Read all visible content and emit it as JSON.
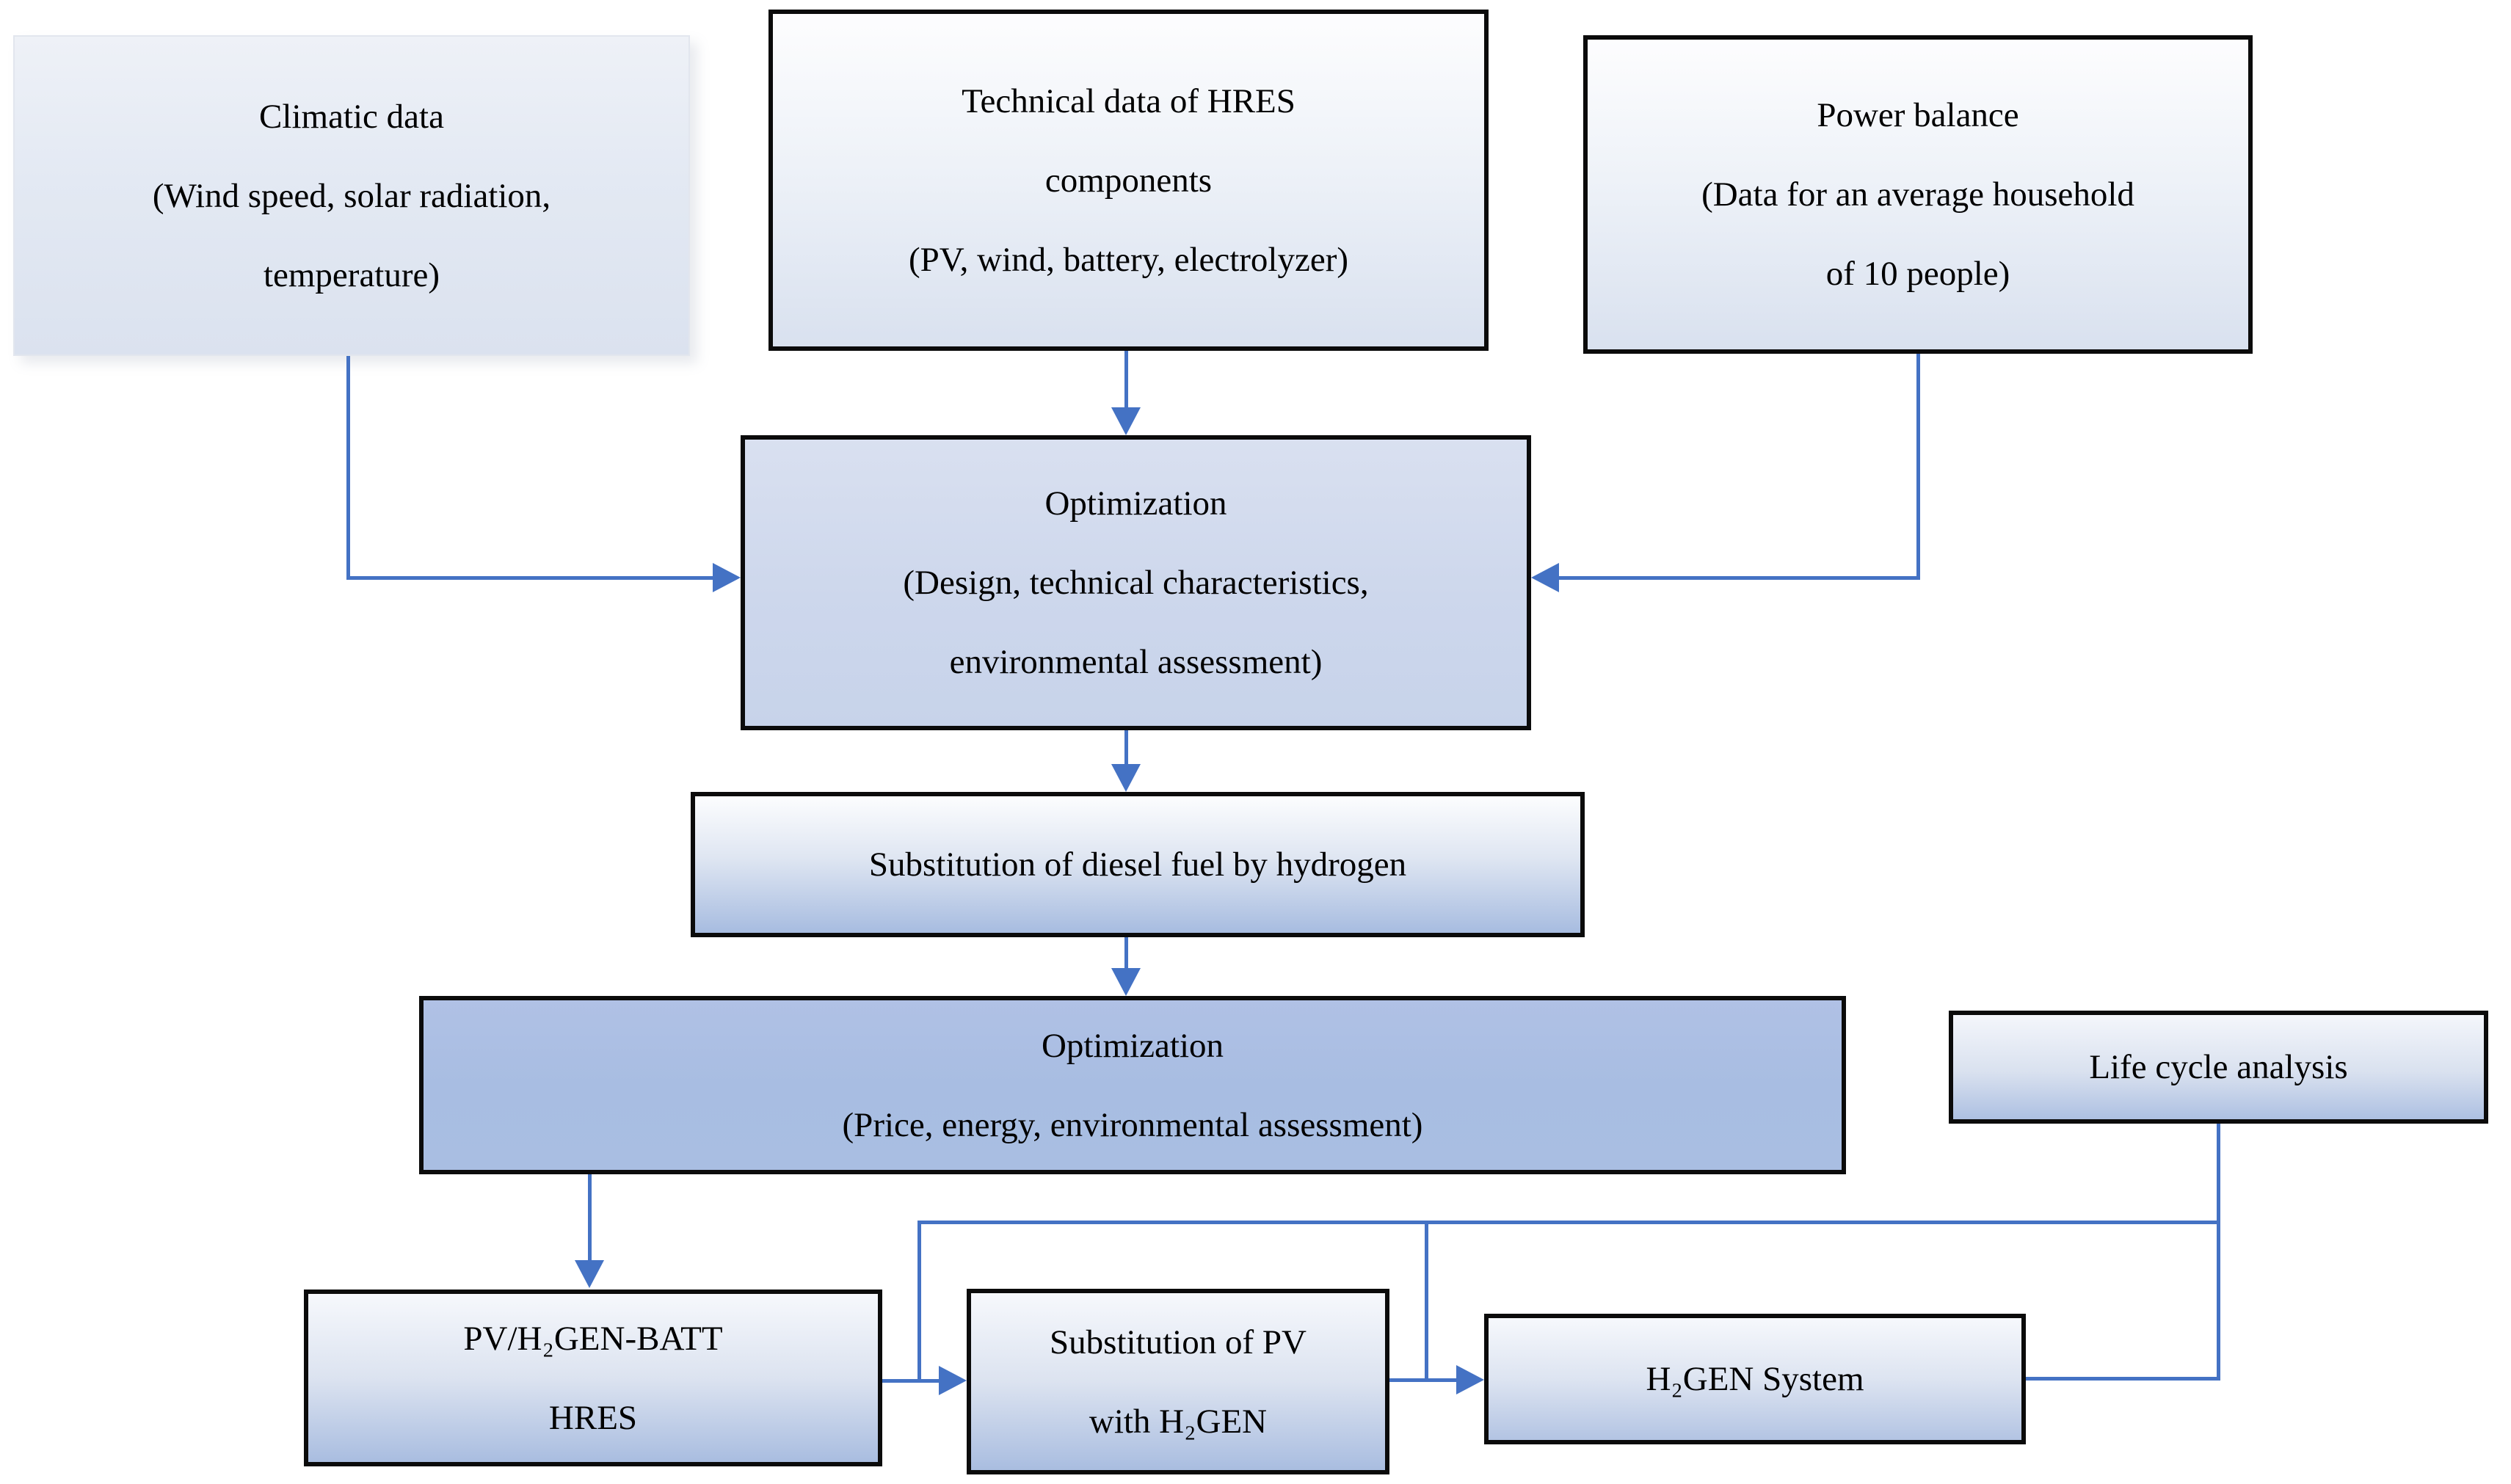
{
  "figure": {
    "type": "flowchart",
    "background_color": "#ffffff",
    "connector_color": "#4472c4",
    "node_border_color": "#0b0b0b"
  },
  "nodes": {
    "climatic": {
      "lines": [
        "Climatic data",
        "(Wind speed, solar radiation,",
        "temperature)"
      ]
    },
    "technical": {
      "lines": [
        "Technical data of HRES",
        "components",
        "(PV, wind, battery, electrolyzer)"
      ]
    },
    "power": {
      "lines": [
        "Power balance",
        "(Data for an average household",
        "of 10 people)"
      ]
    },
    "optimization1": {
      "lines": [
        "Optimization",
        "(Design, technical characteristics,",
        "environmental assessment)"
      ]
    },
    "diesel": {
      "lines": [
        "Substitution of diesel fuel by hydrogen"
      ]
    },
    "optimization2": {
      "lines": [
        "Optimization",
        "(Price, energy, environmental assessment)"
      ]
    },
    "lca": {
      "lines": [
        "Life cycle analysis"
      ]
    },
    "hres": {
      "lines": [
        "PV/H₂GEN-BATT",
        "HRES"
      ]
    },
    "subst_pv": {
      "lines": [
        "Substitution of PV",
        "with H₂GEN"
      ]
    },
    "h2gen": {
      "lines": [
        "H₂GEN System"
      ]
    }
  }
}
